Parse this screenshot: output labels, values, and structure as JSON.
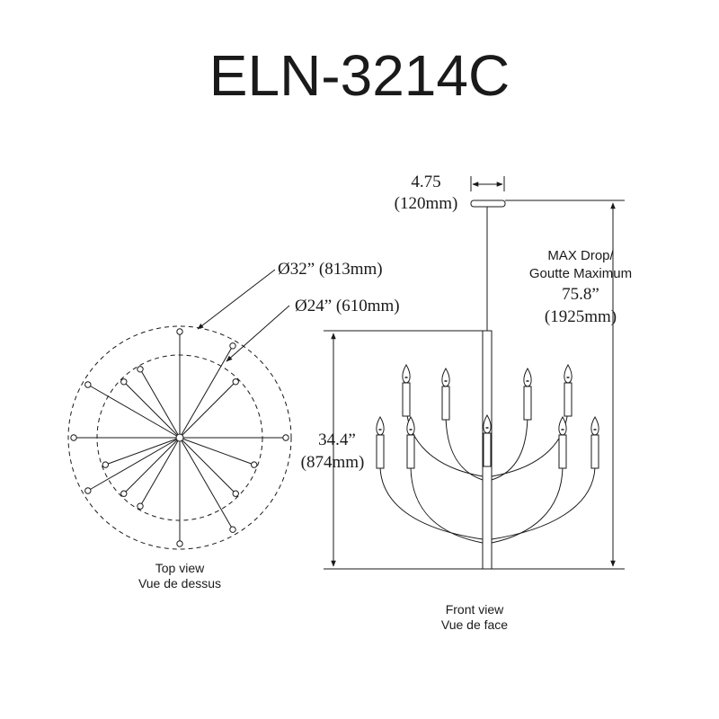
{
  "title": "ELN-3214C",
  "top_view": {
    "outer_dia": "Ø32” (813mm)",
    "inner_dia": "Ø24” (610mm)",
    "caption_en": "Top view",
    "caption_fr": "Vue de dessus"
  },
  "front_view": {
    "canopy_width": "4.75",
    "canopy_width_mm": "(120mm)",
    "max_drop_label_1": "MAX Drop/",
    "max_drop_label_2": "Goutte Maximum",
    "max_drop_value": "75.8”",
    "max_drop_mm": "(1925mm)",
    "height_value": "34.4”",
    "height_mm": "(874mm)",
    "caption_en": "Front view",
    "caption_fr": "Vue de face"
  },
  "colors": {
    "line": "#1a1a1a",
    "background": "#ffffff"
  }
}
